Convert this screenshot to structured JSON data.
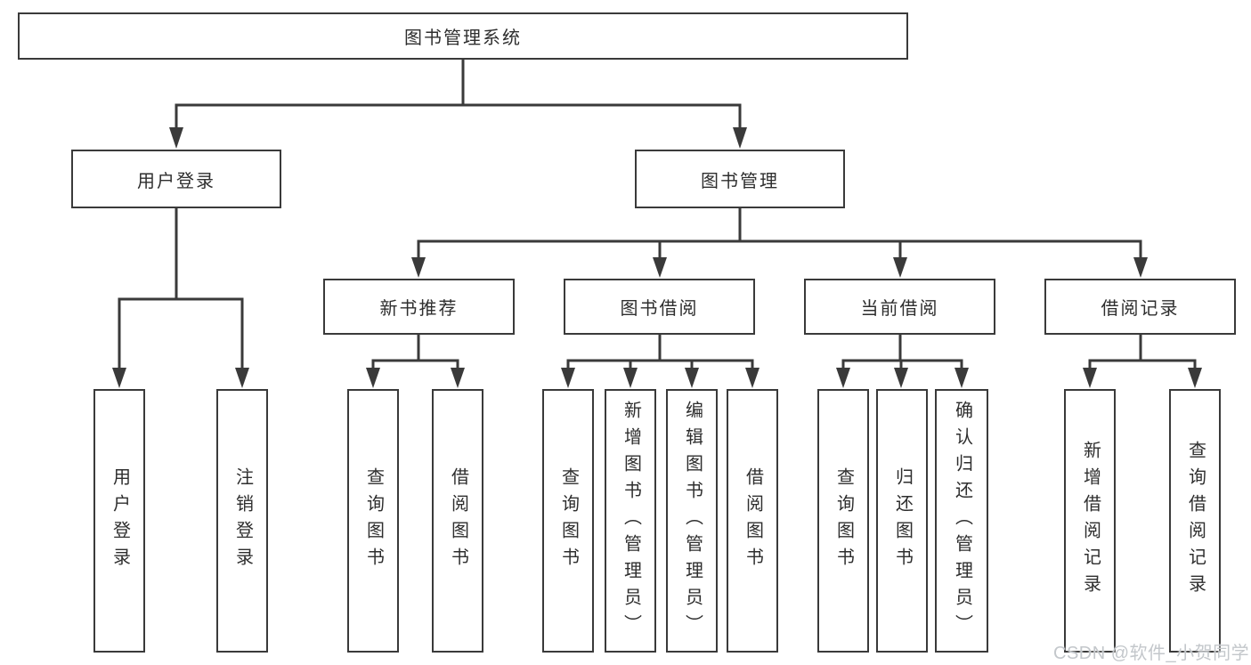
{
  "diagram": {
    "root": {
      "label": "图书管理系统"
    },
    "branches": [
      {
        "label": "用户登录"
      },
      {
        "label": "图书管理"
      }
    ],
    "modules": [
      {
        "label": "新书推荐"
      },
      {
        "label": "图书借阅"
      },
      {
        "label": "当前借阅"
      },
      {
        "label": "借阅记录"
      }
    ],
    "leaves": {
      "user_login": [
        {
          "label": "用户登录"
        },
        {
          "label": "注销登录"
        }
      ],
      "new_book_recommend": [
        {
          "label": "查询图书"
        },
        {
          "label": "借阅图书"
        }
      ],
      "book_borrow": [
        {
          "label": "查询图书"
        },
        {
          "label": "新增图书（管理员）"
        },
        {
          "label": "编辑图书（管理员）"
        },
        {
          "label": "借阅图书"
        }
      ],
      "current_borrow": [
        {
          "label": "查询图书"
        },
        {
          "label": "归还图书"
        },
        {
          "label": "确认归还（管理员）"
        }
      ],
      "borrow_records": [
        {
          "label": "新增借阅记录"
        },
        {
          "label": "查询借阅记录"
        }
      ]
    }
  },
  "watermark": {
    "text": "CSDN @软件_小贺同学"
  },
  "colors": {
    "line": "#3a3a3a",
    "border": "#3a3a3a",
    "text": "#2e2e2e",
    "watermark": "#c3c7cb",
    "background": "#ffffff"
  }
}
